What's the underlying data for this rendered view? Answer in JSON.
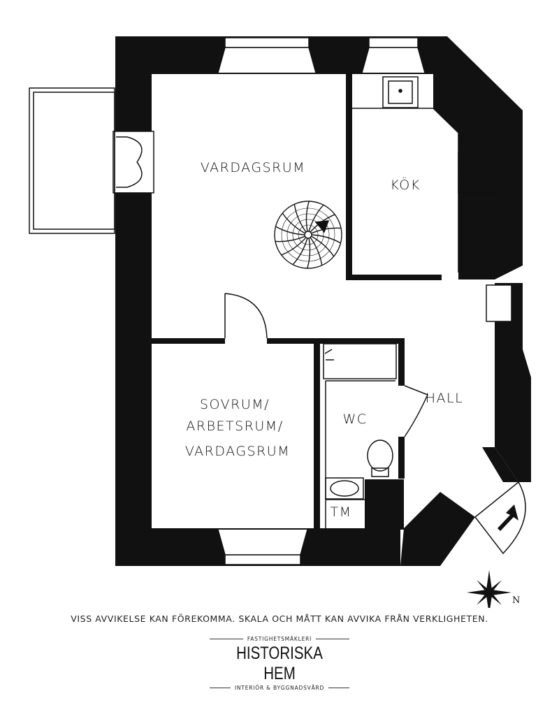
{
  "rooms": {
    "vardagsrum": "VARDAGSRUM",
    "kok": "KÖK",
    "sovrum_line1": "SOVRUM/",
    "sovrum_line2": "ARBETSRUM/",
    "sovrum_line3": "VARDAGSRUM",
    "wc": "WC",
    "hall": "HALL",
    "tm": "TM"
  },
  "compass": {
    "north_label": "N"
  },
  "disclaimer": "VISS AVVIKELSE KAN FÖREKOMMA. SKALA OCH MÅTT KAN AVVIKA FRÅN VERKLIGHETEN.",
  "brand": {
    "tagline_top": "FASTIGHETSMÄKLERI",
    "name": "HISTORISKA HEM",
    "tagline_bottom": "INTERIÖR & BYGGNADSVÅRD"
  },
  "colors": {
    "wall": "#111111",
    "background": "#ffffff"
  }
}
